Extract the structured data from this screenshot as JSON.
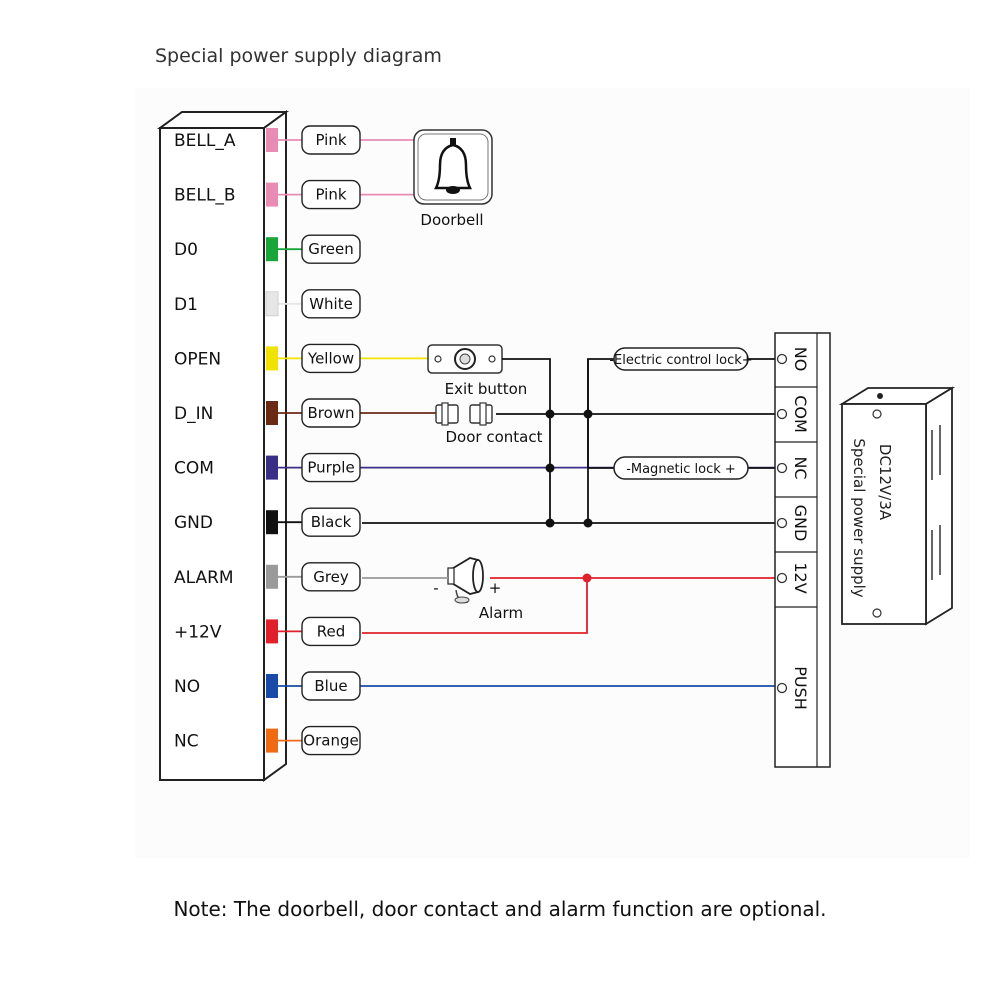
{
  "diagram": {
    "title": "Special power supply diagram",
    "note": "Note: The doorbell, door contact and alarm function are optional.",
    "controller_terminals": [
      {
        "name": "BELL_A",
        "wire": "Pink",
        "color": "#e88cb4"
      },
      {
        "name": "BELL_B",
        "wire": "Pink",
        "color": "#e88cb4"
      },
      {
        "name": "D0",
        "wire": "Green",
        "color": "#1aa53a"
      },
      {
        "name": "D1",
        "wire": "White",
        "color": "#e6e6e6"
      },
      {
        "name": "OPEN",
        "wire": "Yellow",
        "color": "#f2e200"
      },
      {
        "name": "D_IN",
        "wire": "Brown",
        "color": "#6b2a14"
      },
      {
        "name": "COM",
        "wire": "Purple",
        "color": "#3a2f86"
      },
      {
        "name": "GND",
        "wire": "Black",
        "color": "#111111"
      },
      {
        "name": "ALARM",
        "wire": "Grey",
        "color": "#9a9a9a"
      },
      {
        "name": "+12V",
        "wire": "Red",
        "color": "#e0202a"
      },
      {
        "name": "NO",
        "wire": "Blue",
        "color": "#1a4aa8"
      },
      {
        "name": "NC",
        "wire": "Orange",
        "color": "#f06a14"
      }
    ],
    "devices": {
      "doorbell": "Doorbell",
      "exit_button": "Exit button",
      "door_contact": "Door contact",
      "alarm": "Alarm",
      "alarm_minus": "-",
      "alarm_plus": "+",
      "electric_lock": "-Electric control lock+",
      "magnetic_lock": "-Magnetic lock +"
    },
    "psu_terminals": [
      "NO",
      "COM",
      "NC",
      "GND",
      "12V",
      "PUSH"
    ],
    "psu_labels": [
      "DC12V/3A",
      "Special power supply"
    ]
  }
}
